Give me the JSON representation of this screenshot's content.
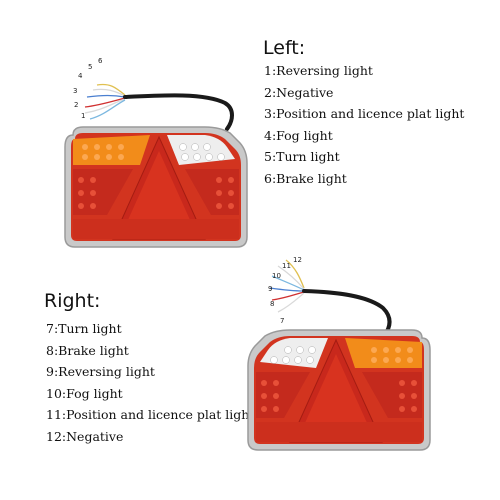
{
  "left": {
    "heading": "Left:",
    "items": [
      "1:Reversing light",
      "2:Negative",
      "3:Position and licence plat light",
      "4:Fog light",
      "5:Turn light",
      "6:Brake light"
    ],
    "wire_numbers": [
      "6",
      "5",
      "4",
      "3",
      "2",
      "1"
    ]
  },
  "right": {
    "heading": "Right:",
    "items": [
      "7:Turn light",
      "8:Brake light",
      "9:Reversing light",
      "10:Fog light",
      "11:Position and licence plat light",
      "12:Negative"
    ],
    "wire_numbers": [
      "12",
      "11",
      "10",
      "9",
      "8",
      "7"
    ]
  },
  "colors": {
    "housing_red": "#d2341f",
    "amber": "#f28c1a",
    "reflector": "#c8281c",
    "chrome": "#c9c9c9",
    "cable": "#1a1a1a"
  }
}
